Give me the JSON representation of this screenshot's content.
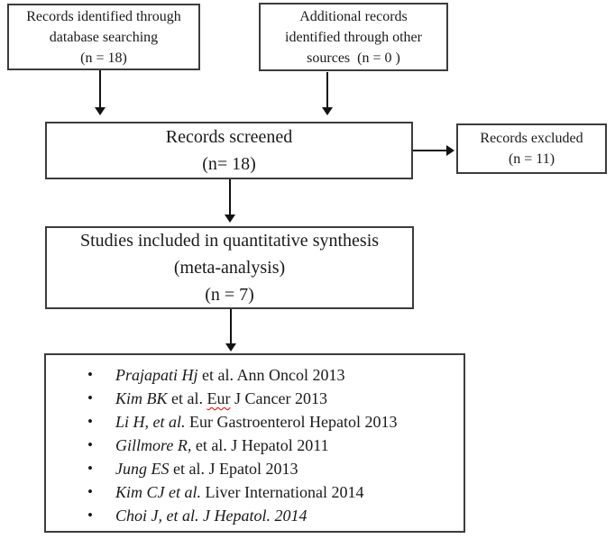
{
  "boxes": {
    "identified_db": {
      "text": "Records identified through\ndatabase searching\n(n = 18)"
    },
    "identified_other": {
      "text": "Additional records\nidentified through other\nsources  (n = 0 )"
    },
    "screened": {
      "text": "Records screened\n(n= 18)"
    },
    "excluded": {
      "text": "Records excluded\n(n = 11)"
    },
    "included": {
      "text": "Studies included in quantitative synthesis\n(meta-analysis)\n(n = 7)"
    }
  },
  "studies": [
    {
      "segments": [
        {
          "style": "italic",
          "text": "Prajapati Hj"
        },
        {
          "style": "normal",
          "text": " et al. Ann Oncol 2013"
        }
      ]
    },
    {
      "segments": [
        {
          "style": "italic",
          "text": "Kim BK"
        },
        {
          "style": "normal",
          "text": " et al. "
        },
        {
          "style": "misspelled",
          "text": "Eur"
        },
        {
          "style": "normal",
          "text": " J Cancer 2013"
        }
      ]
    },
    {
      "segments": [
        {
          "style": "italic",
          "text": "Li H, et al."
        },
        {
          "style": "normal",
          "text": " Eur Gastroenterol Hepatol 2013"
        }
      ]
    },
    {
      "segments": [
        {
          "style": "italic",
          "text": "Gillmore R,"
        },
        {
          "style": "normal",
          "text": " et al. J Hepatol 2011"
        }
      ]
    },
    {
      "segments": [
        {
          "style": "italic",
          "text": "Jung ES"
        },
        {
          "style": "normal",
          "text": " et al. J Epatol 2013"
        }
      ]
    },
    {
      "segments": [
        {
          "style": "italic",
          "text": "Kim CJ et al."
        },
        {
          "style": "normal",
          "text": " Liver International 2014"
        }
      ]
    },
    {
      "segments": [
        {
          "style": "italic",
          "text": "Choi J, et al. J Hepatol. 2014"
        }
      ]
    }
  ],
  "icons": {
    "bullet": "•"
  },
  "colors": {
    "box_border": "#3c3c3c",
    "arrow": "#121212",
    "text": "#1a1a1a",
    "misspelling_underline": "#e60000",
    "background": "#ffffff"
  }
}
